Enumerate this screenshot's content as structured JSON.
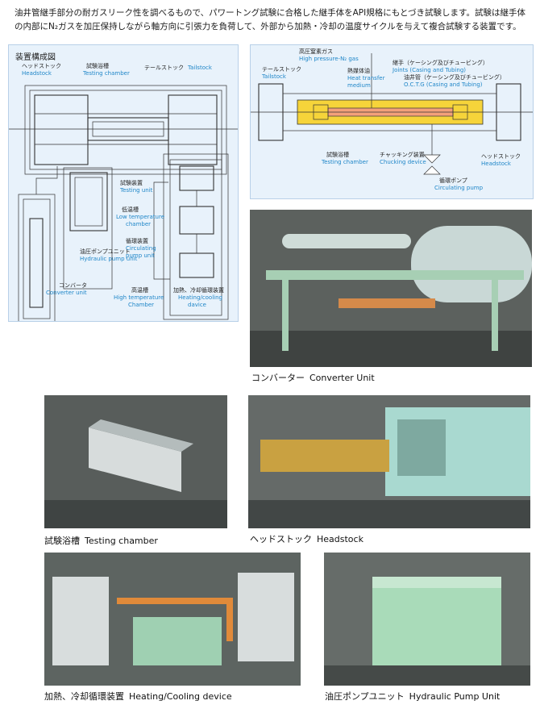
{
  "intro": "油井管継手部分の耐ガスリーク性を調べるもので、パワートング試験に合格した継手体をAPI規格にもとづき試験します。試験は継手体の内部にN₂ガスを加圧保持しながら軸方向に引張力を負荷して、外部から加熱・冷却の温度サイクルを与えて複合試験する装置です。",
  "diagram1": {
    "title": "装置構成図",
    "headstock_jp": "ヘッドストック",
    "headstock_en": "Headstock",
    "testing_chamber_jp": "試験浴槽",
    "testing_chamber_en": "Testing chamber",
    "tailstock_jp": "テールストック",
    "tailstock_en": "Tailstock",
    "testing_unit_jp": "試験装置",
    "testing_unit_en": "Testing unit",
    "low_temp_jp": "低温槽",
    "low_temp_en1": "Low temperature",
    "low_temp_en2": "chamber",
    "circ_jp": "循環装置",
    "circ_en1": "Circulating",
    "circ_en2": "pump unit",
    "hyd_jp": "油圧ポンプユニット",
    "hyd_en": "Hydraulic pump unit",
    "conv_jp": "コンバータ",
    "conv_en": "Converter unit",
    "high_jp": "高温槽",
    "high_en1": "High temperature",
    "high_en2": "Chamber",
    "heat_jp": "加熱、冷却循環装置",
    "heat_en1": "Heating/cooling",
    "heat_en2": "davice"
  },
  "diagram2": {
    "n2_jp": "高圧窒素ガス",
    "n2_en": "High pressure-N₂ gas",
    "tail_jp": "テールストック",
    "tail_en": "Tailstock",
    "heat_jp": "熱媒体油",
    "heat_en1": "Heat transfer",
    "heat_en2": "medium",
    "joint_jp": "継手（ケーシング及びチュービング）",
    "joint_en": "Joints (Casing and Tubing)",
    "octg_jp": "油井管（ケーシング及びチュービング）",
    "octg_en": "O.C.T.G (Casing and Tubing)",
    "chamber_jp": "試験浴槽",
    "chamber_en": "Testing chamber",
    "chuck_jp": "チャッキング装置",
    "chuck_en": "Chucking device",
    "head_jp": "ヘッドストック",
    "head_en": "Headstock",
    "pump_jp": "循環ポンプ",
    "pump_en": "Circulating pump"
  },
  "captions": {
    "converter_jp": "コンバーター",
    "converter_en": "Converter Unit",
    "testing_jp": "試験浴槽",
    "testing_en": "Testing chamber",
    "headstock_jp": "ヘッドストック",
    "headstock_en": "Headstock",
    "heating_jp": "加熱、冷却循環装置",
    "heating_en": "Heating/Cooling device",
    "hydraulic_jp": "油圧ポンプユニット",
    "hydraulic_en": "Hydraulic Pump Unit"
  },
  "colors": {
    "panel_bg": "#e8f2fb",
    "english_label": "#1f86c8",
    "machine_green": "#9fd0b2"
  }
}
